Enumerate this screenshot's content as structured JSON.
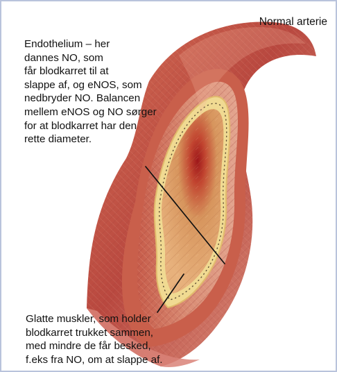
{
  "diagram": {
    "title": "Normal arterie",
    "endothelium_label": "Endothelium – her\ndannes NO, som\nfår blodkarret til at\nslappe af, og eNOS, som\nnedbryder NO. Balancen\nmellem eNOS og NO sørger\nfor at blodkarret har den\nrette diameter.",
    "muscle_label": "Glatte muskler, som holder\nblodkarret trukket sammen,\nmed mindre de får besked,\nf.eks fra NO, om at slappe af.",
    "colors": {
      "frame": "#b9c3dc",
      "outer_wall": "#b44a3e",
      "inner_lining": "#f0da92",
      "lumen": "#d78e58",
      "leader_line": "#111111"
    }
  }
}
